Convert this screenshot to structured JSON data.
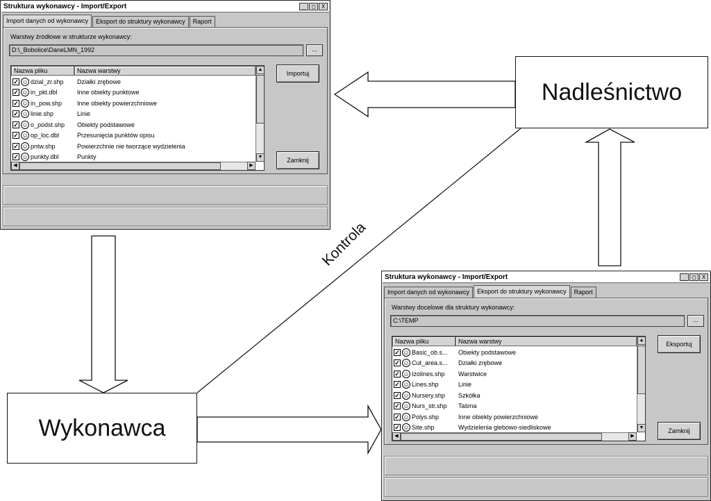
{
  "diagram": {
    "nodes": {
      "nadlesnictwo": "Nadleśnictwo",
      "wykonawca": "Wykonawca"
    },
    "edge_label": "Kontrola"
  },
  "window_import": {
    "title": "Struktura wykonawcy - Import/Export",
    "controls": [
      "_",
      "□",
      "X"
    ],
    "tabs": [
      "Import danych od wykonawcy",
      "Eksport do struktury wykonawcy",
      "Raport"
    ],
    "active_tab": 0,
    "source_label": "Warstwy źródłowe w strukturze wykonawcy:",
    "path_value": "D:\\_Bobolice\\DaneLMN_1992",
    "browse_label": "...",
    "columns": [
      "Nazwa pliku",
      "Nazwa warstwy"
    ],
    "rows": [
      {
        "file": "dzial_zr.shp",
        "layer": "Działki zrębowe",
        "checked": true
      },
      {
        "file": "in_pkt.dbl",
        "layer": "Inne obiekty punktowe",
        "checked": true
      },
      {
        "file": "in_pow.shp",
        "layer": "Inne obiekty powierzchniowe",
        "checked": true
      },
      {
        "file": "linie.shp",
        "layer": "Linie",
        "checked": true
      },
      {
        "file": "o_podst.shp",
        "layer": "Obiekty podstawowe",
        "checked": true
      },
      {
        "file": "op_loc.dbl",
        "layer": "Przesunięcia punktów opisu",
        "checked": true
      },
      {
        "file": "pntw.shp",
        "layer": "Powierzchnie nie tworzące wydzielenia",
        "checked": true
      },
      {
        "file": "punkty.dbl",
        "layer": "Punkty",
        "checked": true
      }
    ],
    "action_button": "Importuj",
    "close_button": "Zamknij"
  },
  "window_export": {
    "title": "Struktura wykonawcy - Import/Export",
    "controls": [
      "_",
      "□",
      "X"
    ],
    "tabs": [
      "Import danych od wykonawcy",
      "Eksport do struktury wykonawcy",
      "Raport"
    ],
    "active_tab": 1,
    "source_label": "Warstwy docelowe dla struktury wykonawcy:",
    "path_value": "C:\\TEMP",
    "browse_label": "...",
    "columns": [
      "Nazwa pliku",
      "Nazwa warstwy"
    ],
    "rows": [
      {
        "file": "Basic_ob.s...",
        "layer": "Obiekty podstawowe",
        "checked": true
      },
      {
        "file": "Cut_area.s...",
        "layer": "Działki zrębowe",
        "checked": true
      },
      {
        "file": "Izolines.shp",
        "layer": "Warstwice",
        "checked": true
      },
      {
        "file": "Lines.shp",
        "layer": "Linie",
        "checked": true
      },
      {
        "file": "Nursery.shp",
        "layer": "Szkółka",
        "checked": true
      },
      {
        "file": "Nurs_str.shp",
        "layer": "Taśma",
        "checked": true
      },
      {
        "file": "Polys.shp",
        "layer": "Inne obiekty powierzchniowe",
        "checked": true
      },
      {
        "file": "Site.shp",
        "layer": "Wydzielenia glebowo-siedliskowe",
        "checked": true
      }
    ],
    "action_button": "Eksportuj",
    "close_button": "Zamknij"
  },
  "colors": {
    "window_bg": "#c7c7c7",
    "arrow_stroke": "#111111"
  }
}
